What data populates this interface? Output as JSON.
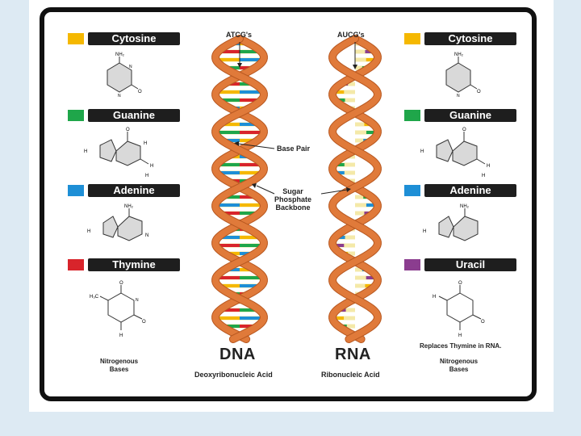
{
  "bases_left": [
    {
      "label": "Cytosine",
      "color": "#f5b800"
    },
    {
      "label": "Guanine",
      "color": "#1fa64a"
    },
    {
      "label": "Adenine",
      "color": "#1e8fd6"
    },
    {
      "label": "Thymine",
      "color": "#d8242b"
    }
  ],
  "bases_right": [
    {
      "label": "Cytosine",
      "color": "#f5b800"
    },
    {
      "label": "Guanine",
      "color": "#1fa64a"
    },
    {
      "label": "Adenine",
      "color": "#1e8fd6"
    },
    {
      "label": "Uracil",
      "color": "#8b3d8f"
    }
  ],
  "atom_labels": {
    "nh2": "NH₂",
    "n": "N",
    "c": "C",
    "h": "H",
    "o": "O",
    "h3c": "H₃C"
  },
  "helix": {
    "dna_top_label": "ATCG's",
    "rna_top_label": "AUCG's",
    "base_pair_label": "Base Pair",
    "backbone_label": "Sugar\nPhosphate\nBackbone",
    "backbone_color": "#e07a3a",
    "backbone_edge": "#b85820",
    "rung_bg": "#f4e9a8"
  },
  "captions": {
    "left_nitrogenous": "Nitrogenous\nBases",
    "right_replaces": "Replaces Thymine in RNA.",
    "right_nitrogenous": "Nitrogenous\nBases"
  },
  "titles": {
    "dna": "DNA",
    "dna_sub": "Deoxyribonucleic Acid",
    "rna": "RNA",
    "rna_sub": "Ribonucleic Acid"
  }
}
